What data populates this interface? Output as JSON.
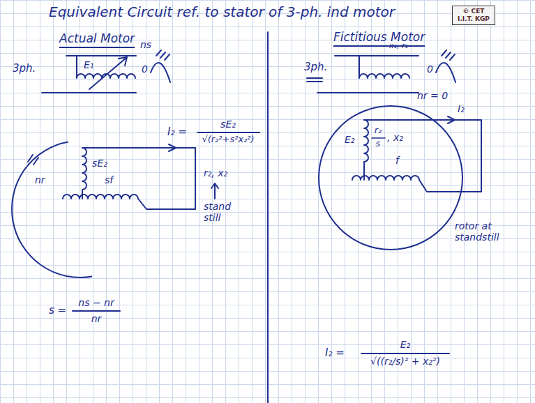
{
  "diagram": {
    "title": "Equivalent Circuit ref. to stator of 3-ph. ind motor",
    "nodes": [
      {
        "text": [
          "© CET I.I.T. KGP"
        ]
      },
      {
        "text": [
          "nr",
          "sE₂",
          "sf"
        ]
      },
      {
        "text": [
          "E₂",
          "r₂",
          "s",
          ", x₂",
          "f"
        ]
      }
    ],
    "labels": [
      "Actual Motor",
      "Fictitious Motor",
      "3ph.",
      "E₁",
      "ns",
      "0",
      "I₂ =",
      "sE₂",
      "√(r₂²+s²x₂²)",
      "r₂, x₂",
      "stand still",
      "s =",
      "ns − nr",
      "nr",
      "3ph.",
      "x₁, r₁",
      "0",
      "nr = 0",
      "I₂",
      "rotor at standstill",
      "I₂ =",
      "E₂",
      "√((r₂/s)² + x₂²)"
    ]
  }
}
